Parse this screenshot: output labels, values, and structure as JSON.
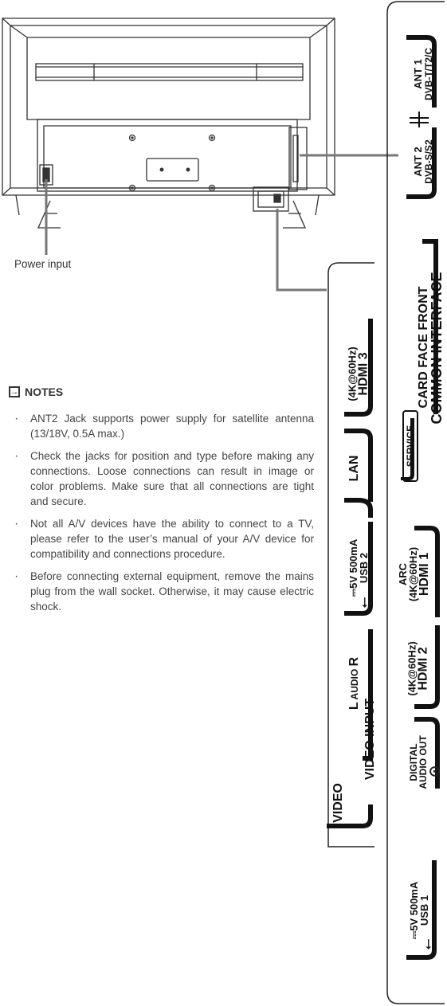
{
  "power_label": "Power input",
  "notes": {
    "title": "NOTES",
    "items": [
      "ANT2 Jack supports power supply for satellite antenna (13/18V, 0.5A max.)",
      "Check the jacks for position and type before making any connections. Loose connections can result in image or color problems. Make sure that all connections are tight and secure.",
      "Not all A/V devices have the ability to connect to a TV, please refer to the user’s manual of your A/V device for compatibility and connections procedure.",
      "Before connecting external equipment, remove the mains plug from the wall socket. Otherwise, it may cause electric shock."
    ]
  },
  "side_panel": {
    "ant1": "ANT 1",
    "ant1_sub": "DVB-T/T2/C",
    "ant2": "ANT 2",
    "ant2_sub": "DVB-S/S2",
    "ci_top": "CARD FACE FRONT",
    "ci_bottom": "COMMON INTERFACE",
    "service": "SERVICE",
    "arc": "ARC",
    "hdmi1_spec": "(4K@60Hz)",
    "hdmi1": "HDMI 1",
    "hdmi2_spec": "(4K@60Hz)",
    "hdmi2": "HDMI 2",
    "digital": "DIGITAL",
    "audio_out": "AUDIO OUT",
    "usb1_spec": "⎓5V 500mA",
    "usb1": "USB 1"
  },
  "mid_panel": {
    "hdmi3_spec": "(4K@60Hz)",
    "hdmi3": "HDMI 3",
    "lan": "LAN",
    "usb2_spec": "⎓5V 500mA",
    "usb2": "USB 2",
    "audio_l": "L",
    "audio": "AUDIO",
    "audio_r": "R",
    "video_input": "VIDEO INPUT",
    "video": "VIDEO"
  }
}
